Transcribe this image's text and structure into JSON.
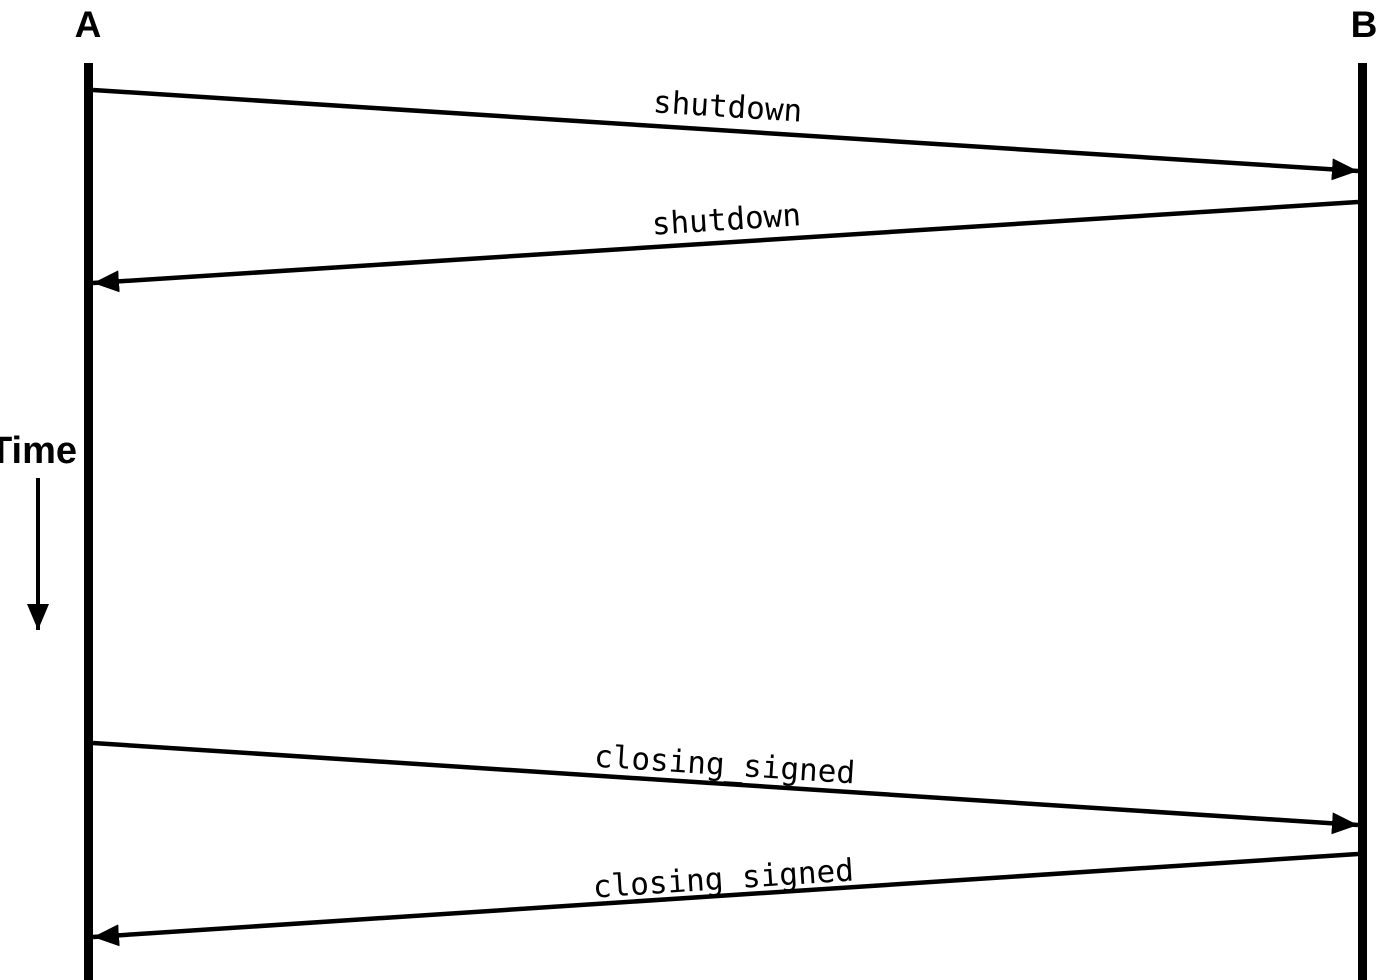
{
  "diagram": {
    "type": "sequence-diagram",
    "actors": [
      {
        "name": "A"
      },
      {
        "name": "B"
      }
    ],
    "time_axis_label": "Time",
    "messages": [
      {
        "label": "shutdown",
        "from": "A",
        "to": "B",
        "direction": "right"
      },
      {
        "label": "shutdown",
        "from": "B",
        "to": "A",
        "direction": "left"
      },
      {
        "label": "closing_signed",
        "from": "A",
        "to": "B",
        "direction": "right"
      },
      {
        "label": "closing_signed",
        "from": "B",
        "to": "A",
        "direction": "left"
      }
    ],
    "colors": {
      "foreground": "#000000",
      "background": "#ffffff"
    }
  }
}
